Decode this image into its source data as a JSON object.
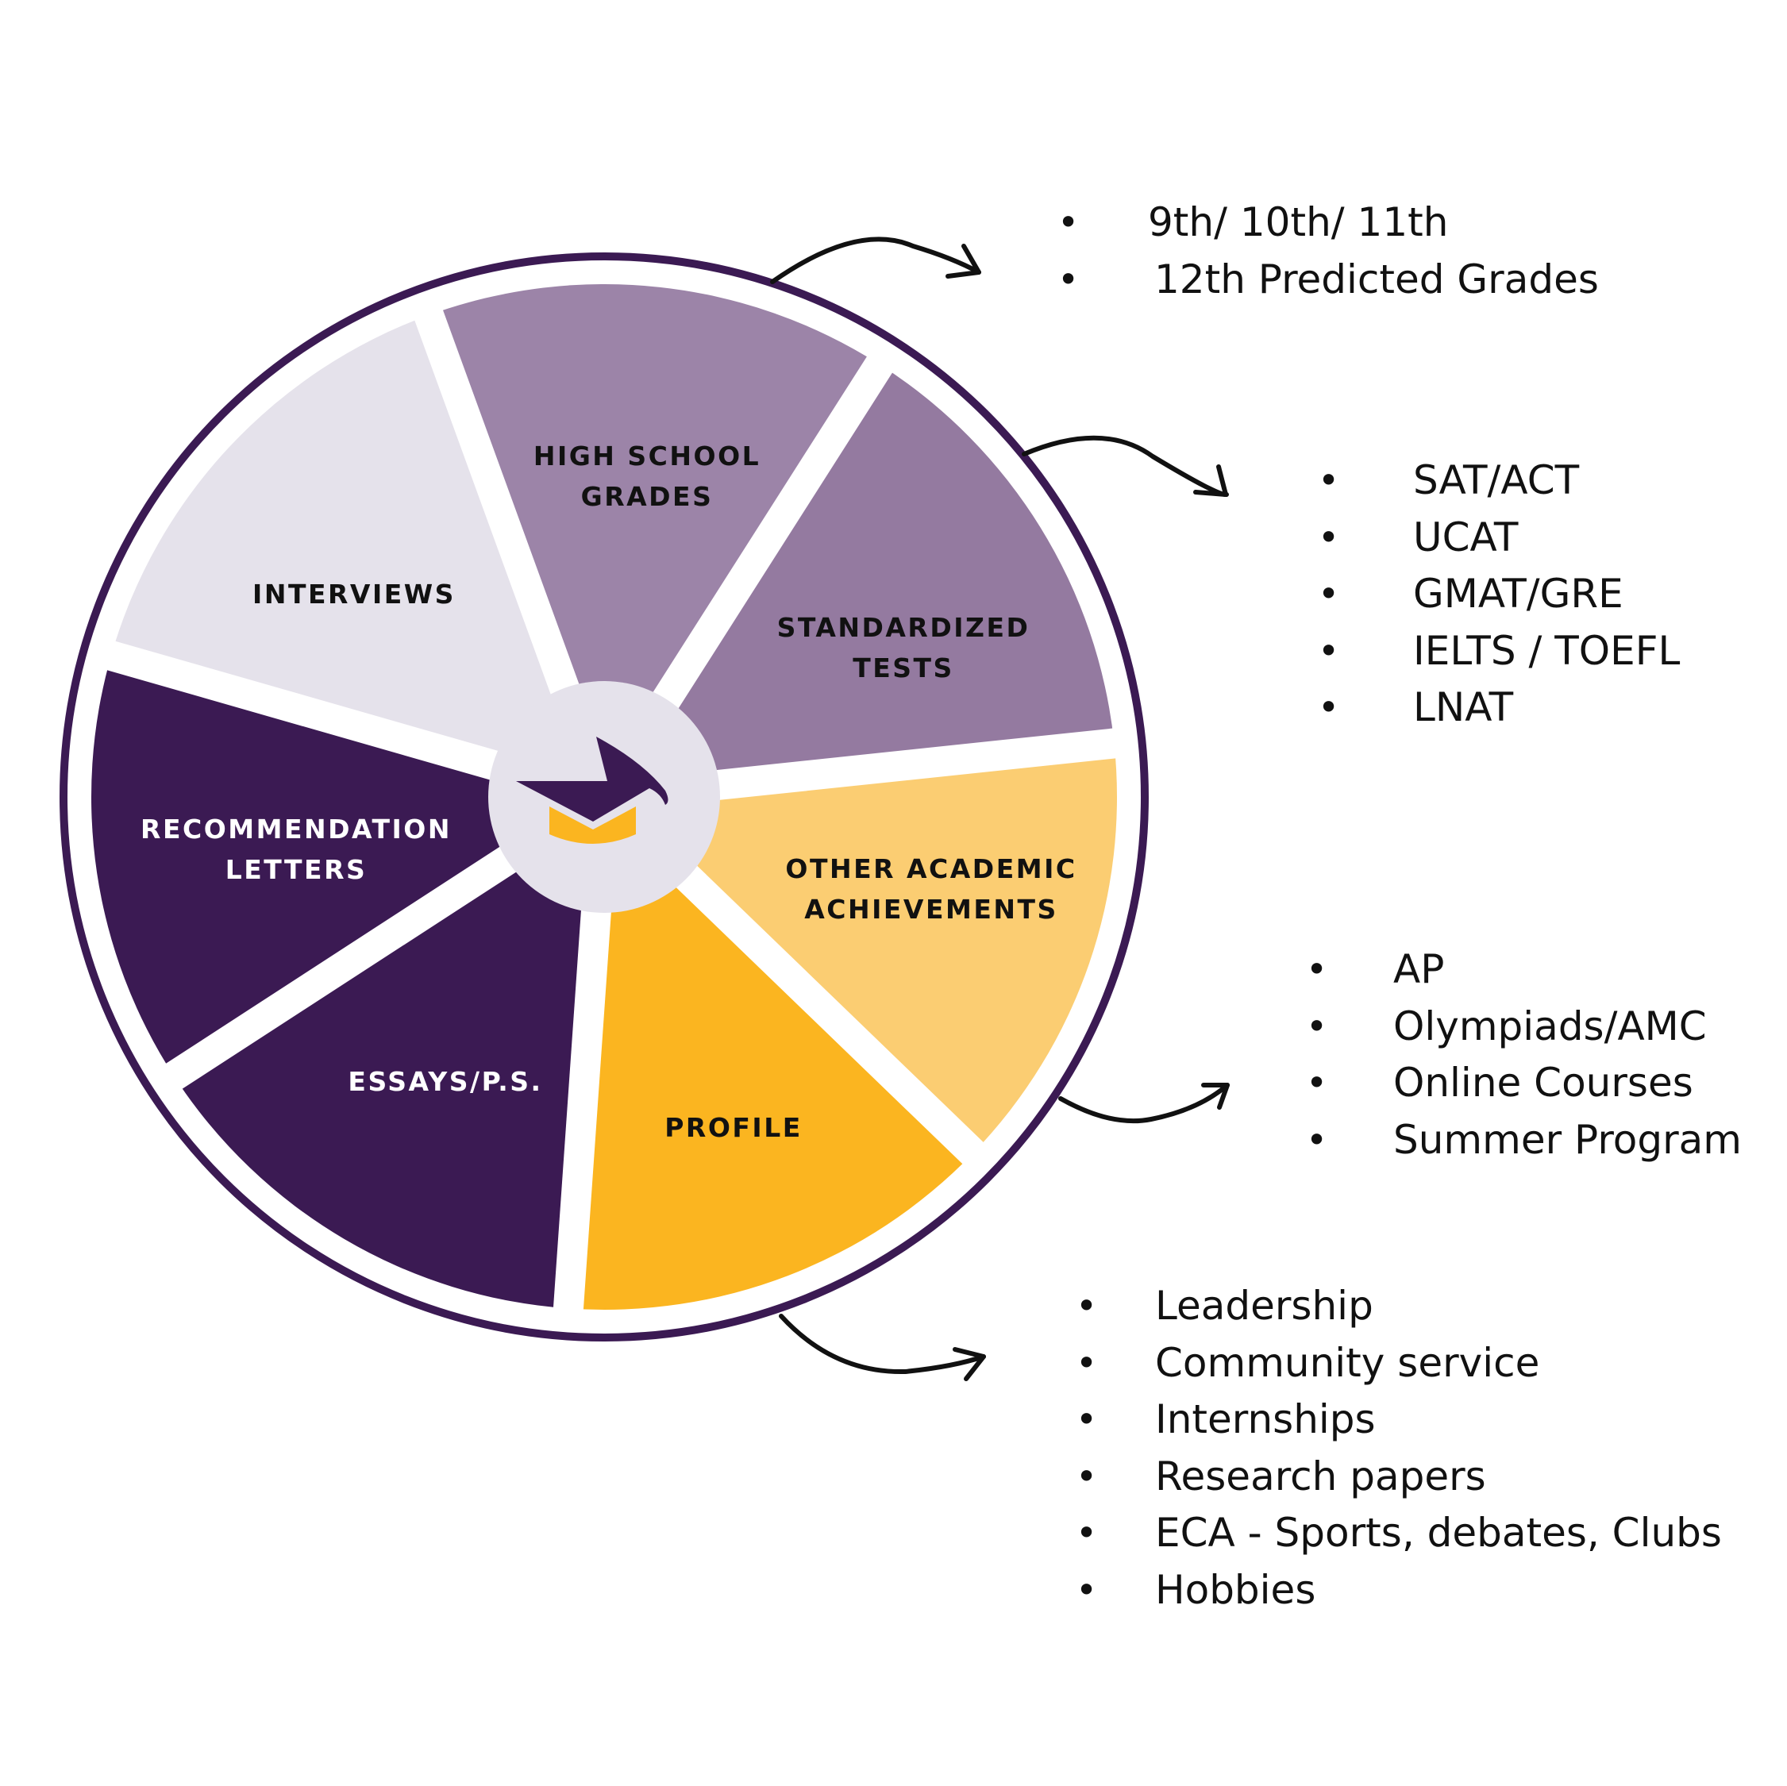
{
  "diagram": {
    "title": "",
    "center_icon": "graduation-cap-icon",
    "colors": {
      "ring": "#3b1a53",
      "interviews": "#e5e2eb",
      "high_school_grades": "#9c84a8",
      "standardized_tests": "#947aa0",
      "other_academic": "#fbcd72",
      "profile": "#fbb520",
      "essays": "#3b1a53",
      "recommendation": "#3b1a53",
      "hub": "#e5e2eb",
      "cap_top": "#3b1a53",
      "cap_band": "#fbb520",
      "arrow": "#111111"
    },
    "segments": [
      {
        "id": "high-school-grades",
        "lines": [
          "HIGH SCHOOL",
          "GRADES"
        ],
        "text_color": "#111111"
      },
      {
        "id": "standardized-tests",
        "lines": [
          "STANDARDIZED",
          "TESTS"
        ],
        "text_color": "#111111"
      },
      {
        "id": "other-academic-achievements",
        "lines": [
          "OTHER ACADEMIC",
          "ACHIEVEMENTS"
        ],
        "text_color": "#111111"
      },
      {
        "id": "profile",
        "lines": [
          "PROFILE"
        ],
        "text_color": "#111111"
      },
      {
        "id": "essays-ps",
        "lines": [
          "ESSAYS/P.S."
        ],
        "text_color": "#ffffff"
      },
      {
        "id": "recommendation-letters",
        "lines": [
          "RECOMMENDATION",
          "LETTERS"
        ],
        "text_color": "#ffffff"
      },
      {
        "id": "interviews",
        "lines": [
          "INTERVIEWS"
        ],
        "text_color": "#111111"
      }
    ]
  },
  "details": {
    "high_school_grades": [
      "9th/ 10th/ 11th",
      "12th Predicted Grades"
    ],
    "standardized_tests": [
      "SAT/ACT",
      "UCAT",
      "GMAT/GRE",
      "IELTS / TOEFL",
      "LNAT"
    ],
    "other_academic_achievements": [
      "AP",
      "Olympiads/AMC",
      "Online Courses",
      "Summer Program"
    ],
    "profile": [
      "Leadership",
      "Community service",
      "Internships",
      "Research papers",
      "ECA - Sports, debates, Clubs",
      "Hobbies"
    ]
  },
  "bullet_char": "•"
}
